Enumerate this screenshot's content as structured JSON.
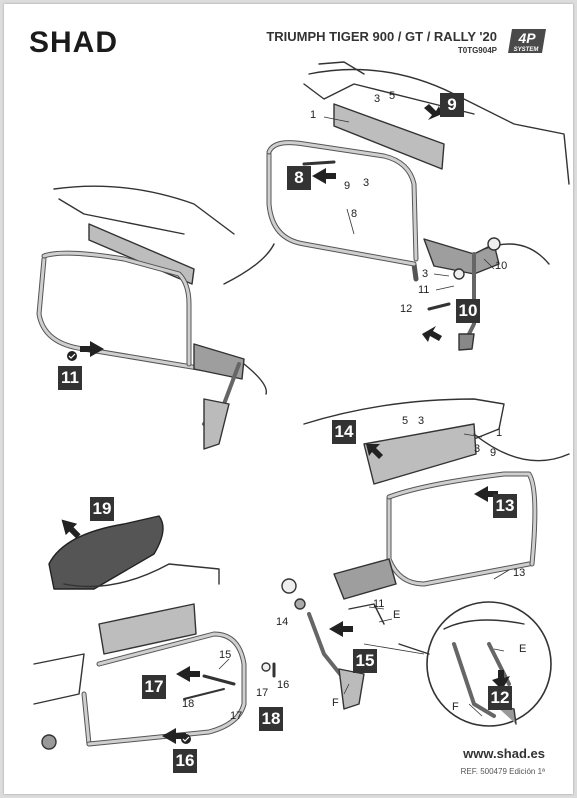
{
  "header": {
    "brand": "SHAD",
    "model": "TRIUMPH TIGER 900 / GT / RALLY '20",
    "code": "T0TG904P",
    "badge_top": "4P",
    "badge_bottom": "SYSTEM"
  },
  "steps": [
    "8",
    "9",
    "10",
    "11",
    "12",
    "13",
    "14",
    "15",
    "16",
    "17",
    "18",
    "19"
  ],
  "parts": {
    "p1": "1",
    "p3": "3",
    "p5": "5",
    "p8": "8",
    "p9": "9",
    "p10": "10",
    "p11": "11",
    "p12": "12",
    "p13": "13",
    "p14": "14",
    "p15": "15",
    "p16": "16",
    "p17": "17",
    "p18": "18",
    "pE": "E",
    "pF": "F"
  },
  "footer": {
    "website": "www.shad.es",
    "reference": "REF. 500479 Edición 1ª"
  }
}
